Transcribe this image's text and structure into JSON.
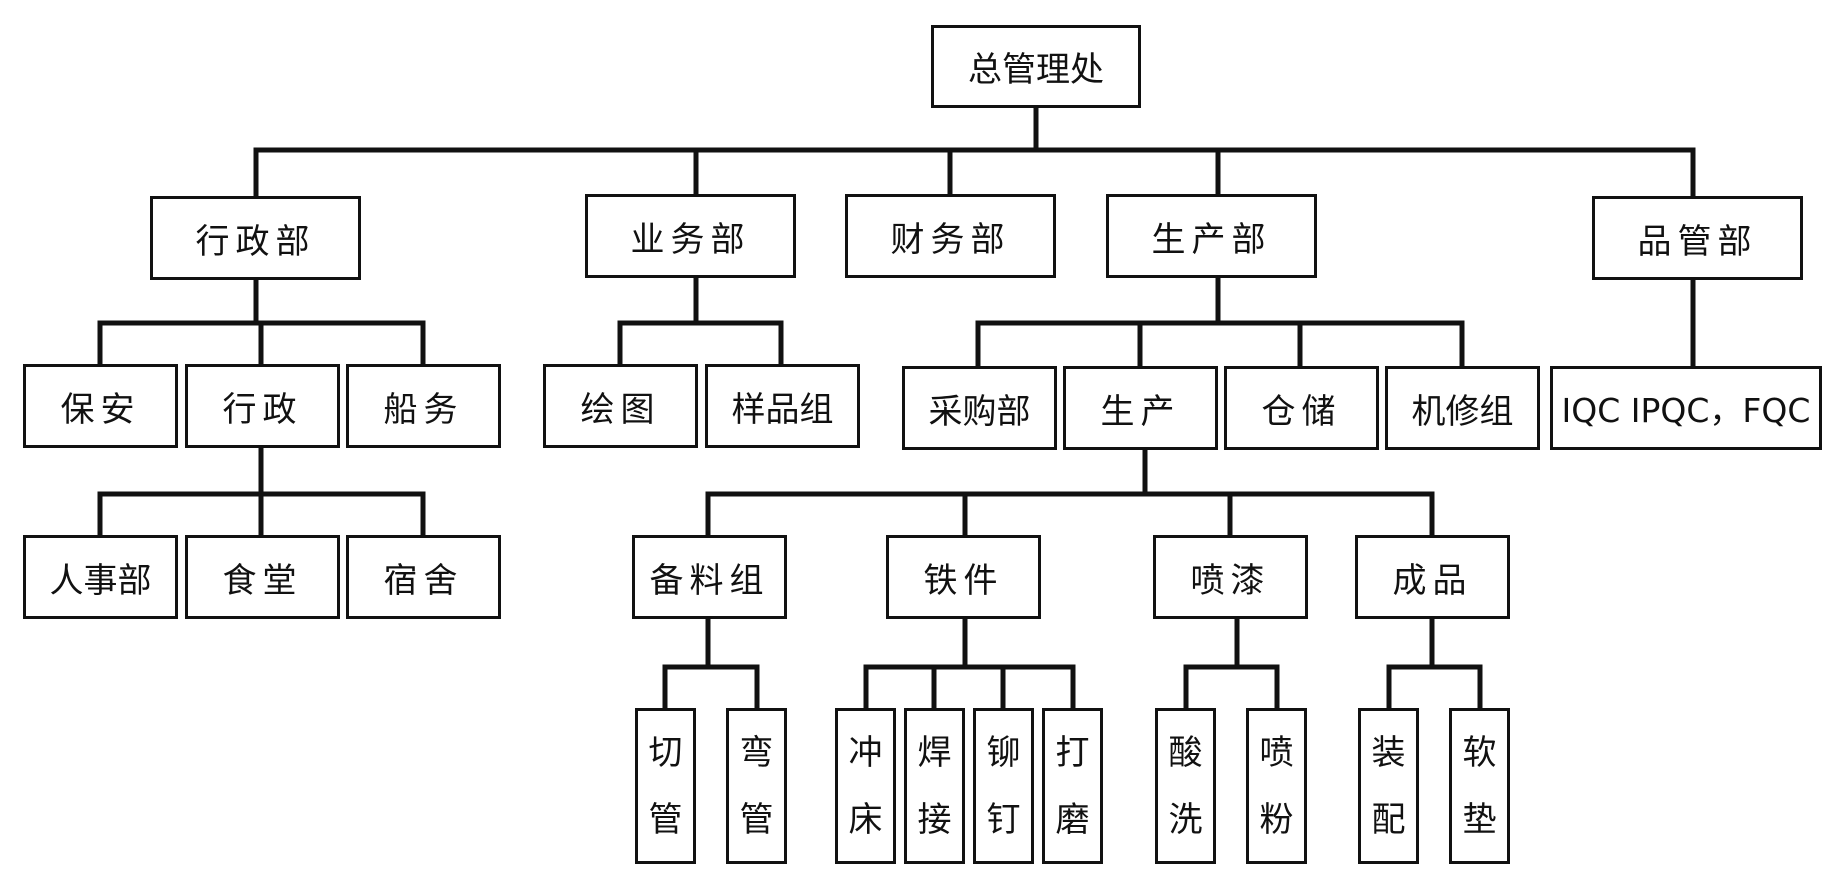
{
  "nodes": {
    "root": "总管理处",
    "admin_dept": "行政部",
    "business_dept": "业务部",
    "finance_dept": "财务部",
    "production_dept": "生产部",
    "quality_dept": "品管部",
    "security": "保安",
    "admin": "行政",
    "shipping": "船务",
    "hr": "人事部",
    "canteen": "食堂",
    "dorm": "宿舍",
    "drawing": "绘图",
    "sample_group": "样品组",
    "purchasing": "采购部",
    "production": "生产",
    "warehouse": "仓储",
    "maintenance": "机修组",
    "qc": "IQC IPQC，FQC",
    "material_prep": "备料组",
    "ironwork": "铁件",
    "painting": "喷漆",
    "finished": "成品",
    "cut_pipe": [
      "切",
      "管"
    ],
    "bend_pipe": [
      "弯",
      "管"
    ],
    "stamping": [
      "冲",
      "床"
    ],
    "welding": [
      "焊",
      "接"
    ],
    "riveting": [
      "铆",
      "钉"
    ],
    "grinding": [
      "打",
      "磨"
    ],
    "pickling": [
      "酸",
      "洗"
    ],
    "powder_coat": [
      "喷",
      "粉"
    ],
    "assembly": [
      "装",
      "配"
    ],
    "soft_pad": [
      "软",
      "垫"
    ]
  }
}
